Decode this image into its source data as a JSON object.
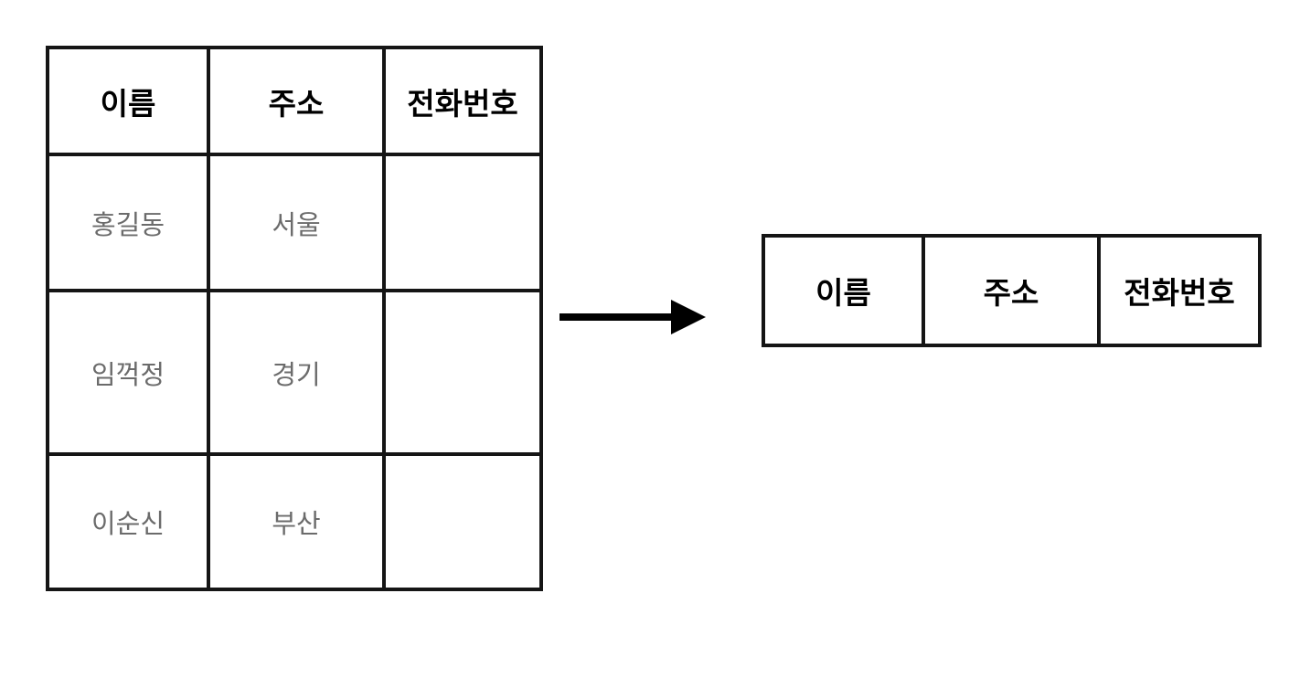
{
  "source_table": {
    "headers": [
      "이름",
      "주소",
      "전화번호"
    ],
    "rows": [
      [
        "홍길동",
        "서울",
        ""
      ],
      [
        "임꺽정",
        "경기",
        ""
      ],
      [
        "이순신",
        "부산",
        ""
      ]
    ]
  },
  "result_table": {
    "headers": [
      "이름",
      "주소",
      "전화번호"
    ]
  }
}
